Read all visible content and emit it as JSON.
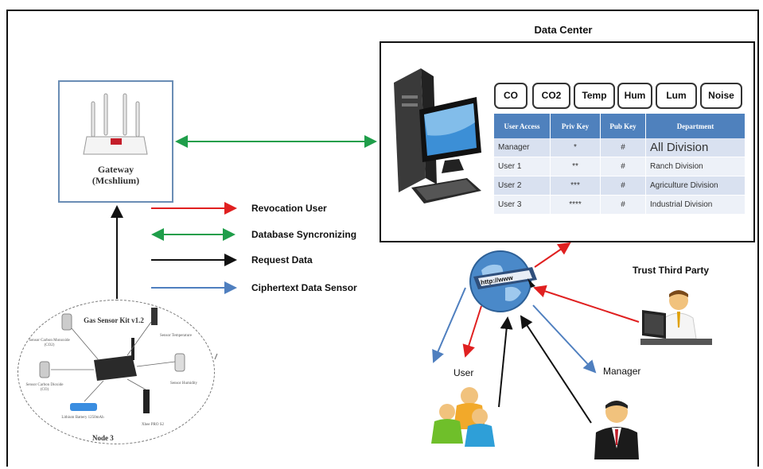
{
  "gateway": {
    "name": "Gateway",
    "model": "(Mcshlium)"
  },
  "data_center": {
    "title": "Data Center",
    "sensors": [
      "CO",
      "CO2",
      "Temp",
      "Hum",
      "Lum",
      "Noise"
    ],
    "table": {
      "headers": [
        "User Access",
        "Priv Key",
        "Pub Key",
        "Department"
      ],
      "rows": [
        [
          "Manager",
          "*",
          "#",
          "All Division"
        ],
        [
          "User 1",
          "**",
          "#",
          "Ranch Division"
        ],
        [
          "User 2",
          "***",
          "#",
          "Agriculture Division"
        ],
        [
          "User 3",
          "****",
          "#",
          "Industrial Division"
        ]
      ]
    }
  },
  "legend": [
    {
      "label": "Revocation User",
      "color": "#e02020"
    },
    {
      "label": "Database Syncronizing",
      "color": "#1f9e4a"
    },
    {
      "label": "Request Data",
      "color": "#111111"
    },
    {
      "label": "Ciphertext Data Sensor",
      "color": "#4f7fbf"
    }
  ],
  "sensor_kit": {
    "title": "Gas Sensor Kit v1.2",
    "components": {
      "co2": "Sensor Carbon Monoxide (CO2)",
      "co": "Sensor Carbon Dioxide (CO)",
      "temp": "Sensor Temperature",
      "hum": "Sensor Humidity",
      "battery": "Lithium Battery 1250mAh",
      "xbee": "Xbee PRO S2"
    },
    "node": "Node 3"
  },
  "cloud": {
    "url_text": "http://www"
  },
  "actors": {
    "user": "User",
    "manager": "Manager",
    "ttp": "Trust Third Party"
  },
  "colors": {
    "red": "#e02020",
    "green": "#1f9e4a",
    "black": "#111111",
    "blue": "#4f7fbf",
    "table_header": "#4f81bd"
  }
}
